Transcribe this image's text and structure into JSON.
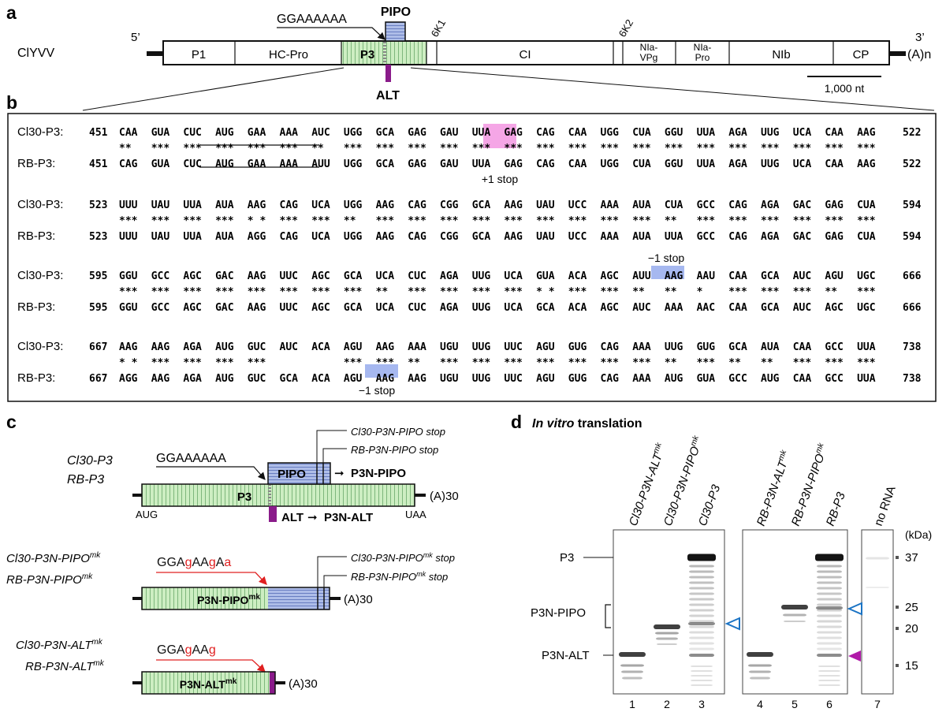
{
  "panels": {
    "a": "a",
    "b": "b",
    "c": "c",
    "d": "d"
  },
  "panel_a": {
    "virus": "ClYVV",
    "five_prime": "5’",
    "three_prime": "3’",
    "poly_a": "(A)n",
    "slip_site": "GGAAAAAA",
    "pipo": "PIPO",
    "alt": "ALT",
    "genes": [
      "P1",
      "HC-Pro",
      "P3",
      "CI",
      "NIa-\nVPg",
      "NIa-\nPro",
      "NIb",
      "CP"
    ],
    "k1": "6K1",
    "k2": "6K2",
    "scale": "1,000 nt"
  },
  "panel_b": {
    "name_top": "Cl30-P3:",
    "name_bottom": "RB-P3:",
    "blocks": [
      {
        "start": "451",
        "end": "522",
        "top": [
          "CAA",
          "GUA",
          "CUC",
          "AUG",
          "GAA",
          "AAA",
          "AUC",
          "UGG",
          "GCA",
          "GAG",
          "GAU",
          "UUA",
          "GAG",
          "CAG",
          "CAA",
          "UGG",
          "CUA",
          "GGU",
          "UUA",
          "AGA",
          "UUG",
          "UCA",
          "CAA",
          "AAG"
        ],
        "stars": [
          "**",
          "***",
          "***",
          "***",
          "***",
          "***",
          "**",
          "***",
          "***",
          "***",
          "***",
          "***",
          "***",
          "***",
          "***",
          "***",
          "***",
          "***",
          "***",
          "***",
          "***",
          "***",
          "***",
          "***"
        ],
        "bottom": [
          "CAG",
          "GUA",
          "CUC",
          "AUG",
          "GAA",
          "AAA",
          "AUU",
          "UGG",
          "GCA",
          "GAG",
          "GAU",
          "UUA",
          "GAG",
          "CAG",
          "CAA",
          "UGG",
          "CUA",
          "GGU",
          "UUA",
          "AGA",
          "UUG",
          "UCA",
          "CAA",
          "AAG"
        ],
        "note": "+1 stop"
      },
      {
        "start": "523",
        "end": "594",
        "top": [
          "UUU",
          "UAU",
          "UUA",
          "AUA",
          "AAG",
          "CAG",
          "UCA",
          "UGG",
          "AAG",
          "CAG",
          "CGG",
          "GCA",
          "AAG",
          "UAU",
          "UCC",
          "AAA",
          "AUA",
          "CUA",
          "GCC",
          "CAG",
          "AGA",
          "GAC",
          "GAG",
          "CUA"
        ],
        "stars": [
          "***",
          "***",
          "***",
          "***",
          "* *",
          "***",
          "***",
          "**",
          "***",
          "***",
          "***",
          "***",
          "***",
          "***",
          "***",
          "***",
          "***",
          "**",
          "***",
          "***",
          "***",
          "***",
          "***",
          "***"
        ],
        "bottom": [
          "UUU",
          "UAU",
          "UUA",
          "AUA",
          "AGG",
          "CAG",
          "UCA",
          "UGG",
          "AAG",
          "CAG",
          "CGG",
          "GCA",
          "AAG",
          "UAU",
          "UCC",
          "AAA",
          "AUA",
          "UUA",
          "GCC",
          "CAG",
          "AGA",
          "GAC",
          "GAG",
          "CUA"
        ]
      },
      {
        "start": "595",
        "end": "666",
        "top": [
          "GGU",
          "GCC",
          "AGC",
          "GAC",
          "AAG",
          "UUC",
          "AGC",
          "GCA",
          "UCA",
          "CUC",
          "AGA",
          "UUG",
          "UCA",
          "GUA",
          "ACA",
          "AGC",
          "AUU",
          "AAG",
          "AAU",
          "CAA",
          "GCA",
          "AUC",
          "AGU",
          "UGC"
        ],
        "stars": [
          "***",
          "***",
          "***",
          "***",
          "***",
          "***",
          "***",
          "***",
          "**",
          "***",
          "***",
          "***",
          "***",
          "* *",
          "***",
          "***",
          "**",
          "**",
          "*",
          "***",
          "***",
          "***",
          "**",
          "***"
        ],
        "bottom": [
          "GGU",
          "GCC",
          "AGC",
          "GAC",
          "AAG",
          "UUC",
          "AGC",
          "GCA",
          "UCA",
          "CUC",
          "AGA",
          "UUG",
          "UCA",
          "GCA",
          "ACA",
          "AGC",
          "AUC",
          "AAA",
          "AAC",
          "CAA",
          "GCA",
          "AUC",
          "AGC",
          "UGC"
        ],
        "note": "−1 stop"
      },
      {
        "start": "667",
        "end": "738",
        "top": [
          "AAG",
          "AAG",
          "AGA",
          "AUG",
          "GUC",
          "AUC",
          "ACA",
          "AGU",
          "AAG",
          "AAA",
          "UGU",
          "UUG",
          "UUC",
          "AGU",
          "GUG",
          "CAG",
          "AAA",
          "UUG",
          "GUG",
          "GCA",
          "AUA",
          "CAA",
          "GCC",
          "UUA"
        ],
        "stars": [
          "* *",
          "***",
          "***",
          "***",
          "***",
          "",
          "",
          "***",
          "***",
          "**",
          "***",
          "***",
          "***",
          "***",
          "***",
          "***",
          "***",
          "**",
          "***",
          "**",
          "**",
          "***",
          "***",
          "***"
        ],
        "bottom": [
          "AGG",
          "AAG",
          "AGA",
          "AUG",
          "GUC",
          "GCA",
          "ACA",
          "AGU",
          "AAG",
          "AAG",
          "UGU",
          "UUG",
          "UUC",
          "AGU",
          "GUG",
          "CAG",
          "AAA",
          "AUG",
          "GUA",
          "GCC",
          "AUG",
          "CAA",
          "GCC",
          "UUA"
        ],
        "note": "−1 stop"
      }
    ]
  },
  "panel_c": {
    "wt_names": [
      "Cl30-P3",
      "RB-P3"
    ],
    "slip_site": "GGAAAAAA",
    "pipo": "PIPO",
    "p3": "P3",
    "alt": "ALT",
    "arrow_pipo": "P3N-PIPO",
    "arrow_alt": "P3N-ALT",
    "aug": "AUG",
    "uaa": "UAA",
    "polya": "(A)30",
    "cl30_pipo_stop": "Cl30-P3N-PIPO stop",
    "rb_pipo_stop": "RB-P3N-PIPO stop",
    "mk_pipo_names": [
      "Cl30-P3N-PIPO",
      "RB-P3N-PIPO"
    ],
    "mk_sup": "mk",
    "mk_pipo_seq": [
      [
        "GGA",
        "k"
      ],
      [
        "g",
        "r"
      ],
      [
        "AA",
        "k"
      ],
      [
        "g",
        "r"
      ],
      [
        "A",
        "k"
      ],
      [
        "a",
        "r"
      ]
    ],
    "mk_pipo_label": "P3N-PIPO",
    "cl30_pipo_mk_stop": "Cl30-P3N-PIPO",
    "rb_pipo_mk_stop": "RB-P3N-PIPO",
    "stop_word": " stop",
    "mk_alt_names": [
      "Cl30-P3N-ALT",
      "RB-P3N-ALT"
    ],
    "mk_alt_seq": [
      [
        "GGA",
        "k"
      ],
      [
        "g",
        "r"
      ],
      [
        "AA",
        "k"
      ],
      [
        "g",
        "r"
      ]
    ],
    "mk_alt_label": "P3N-ALT"
  },
  "panel_d": {
    "title_ital": "In vitro",
    "title_rest": " translation",
    "lanes": [
      {
        "label": "Cl30-P3N-ALT",
        "sup": "mk",
        "num": "1"
      },
      {
        "label": "Cl30-P3N-PIPO",
        "sup": "mk",
        "num": "2"
      },
      {
        "label": "Cl30-P3",
        "sup": "",
        "num": "3"
      },
      {
        "label": "RB-P3N-ALT",
        "sup": "mk",
        "num": "4"
      },
      {
        "label": "RB-P3N-PIPO",
        "sup": "mk",
        "num": "5"
      },
      {
        "label": "RB-P3",
        "sup": "",
        "num": "6"
      },
      {
        "label": "no RNA",
        "sup": "",
        "num": "7"
      }
    ],
    "kda": "(kDa)",
    "markers": [
      "37",
      "25",
      "20",
      "15"
    ],
    "band_labels": [
      "P3",
      "P3N-PIPO",
      "P3N-ALT"
    ],
    "colors": {
      "pipo": "#aebde8",
      "p3": "#cdeec2",
      "alt": "#8a1b8a",
      "red": "#e02020",
      "pink": "#f5a6e6",
      "blue_hl": "#a6b8f0",
      "arrow_blue": "#1a73c4",
      "arrow_mag": "#b01aa8"
    }
  }
}
